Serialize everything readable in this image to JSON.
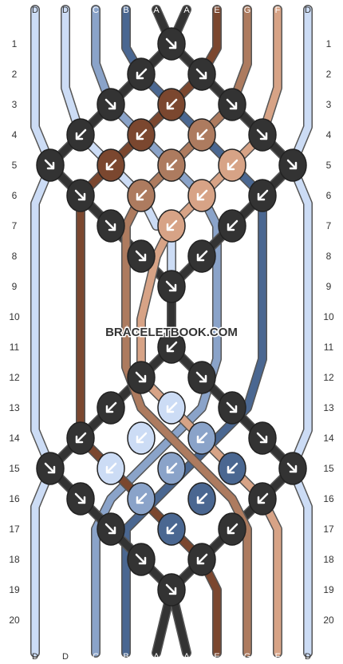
{
  "watermark": "BRACELETBOOK.COM",
  "strings": {
    "top": [
      "D",
      "D",
      "C",
      "B",
      "A",
      "A",
      "E",
      "G",
      "F",
      "D"
    ],
    "bottom": [
      "D",
      "D",
      "C",
      "B",
      "A",
      "A",
      "E",
      "G",
      "F",
      "D"
    ]
  },
  "colors": {
    "A": "#333333",
    "B": "#4a6791",
    "C": "#8aa3c9",
    "D": "#ccdcf5",
    "E": "#7b472f",
    "F": "#d7a386",
    "G": "#ad7b5f"
  },
  "rows": [
    "1",
    "2",
    "3",
    "4",
    "5",
    "6",
    "7",
    "8",
    "9",
    "10",
    "11",
    "12",
    "13",
    "14",
    "15",
    "16",
    "17",
    "18",
    "19",
    "20"
  ]
}
